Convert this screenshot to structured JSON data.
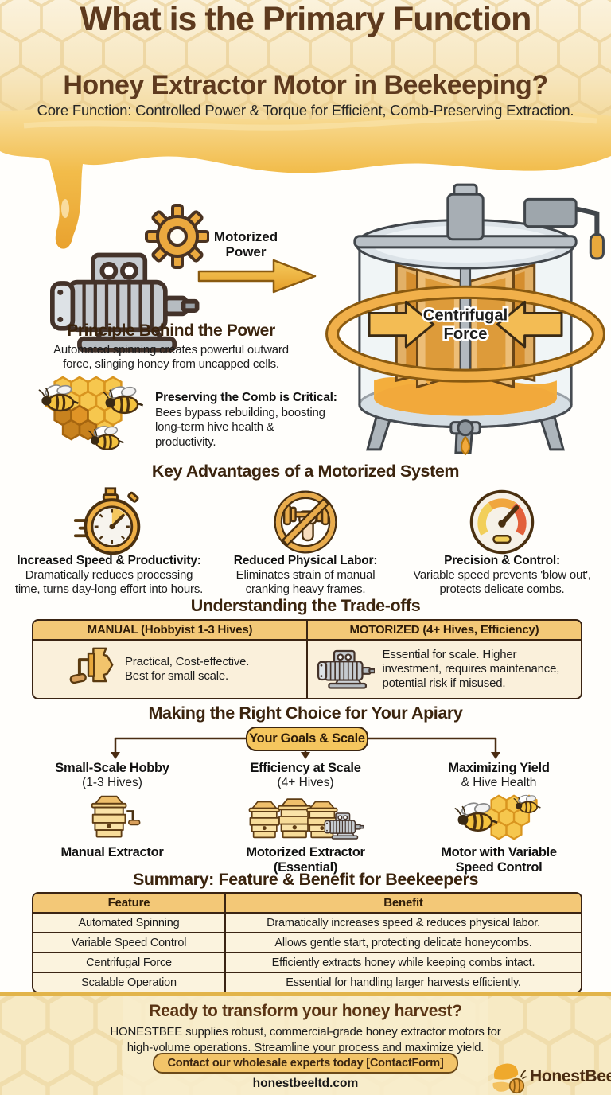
{
  "header": {
    "title_line1": "What is the Primary Function",
    "title_line2": "Honey Extractor Motor in Beekeeping?",
    "subtitle": "Core Function: Controlled Power & Torque for Efficient, Comb-Preserving Extraction."
  },
  "principle": {
    "motor_label": "Motorized Power",
    "centrifugal": {
      "line1": "Centrifugal",
      "line2": "Force"
    },
    "heading": "Principle Behind the Power",
    "body": "Automated spinning creates powerful outward force, slinging honey from uncapped cells.",
    "comb_title": "Preserving the Comb is Critical:",
    "comb_body": "Bees bypass rebuilding, boosting long-term hive health & productivity.",
    "icons": [
      "motor-gear-icon",
      "arrow-right-icon",
      "honey-extractor-icon",
      "honeycomb-bees-icon"
    ]
  },
  "advantages": {
    "heading": "Key Advantages of a Motorized System",
    "items": [
      {
        "icon": "stopwatch-icon",
        "title": "Increased Speed & Productivity:",
        "body": "Dramatically reduces processing time, turns day-long effort into hours."
      },
      {
        "icon": "no-dumbbell-icon",
        "title": "Reduced Physical Labor:",
        "body": "Eliminates strain of manual cranking heavy frames."
      },
      {
        "icon": "gauge-icon",
        "title": "Precision & Control:",
        "body": "Variable speed prevents 'blow out', protects delicate combs."
      }
    ]
  },
  "tradeoffs": {
    "heading": "Understanding the Trade-offs",
    "columns": [
      {
        "header": "MANUAL (Hobbyist 1-3 Hives)",
        "icon": "hand-crank-icon",
        "body": "Practical, Cost-effective. Best for small scale."
      },
      {
        "header": "MOTORIZED (4+ Hives, Efficiency)",
        "icon": "motor-icon",
        "body": "Essential for scale. Higher investment, requires maintenance, potential risk if misused."
      }
    ]
  },
  "choice": {
    "heading": "Making the Right Choice for Your Apiary",
    "root": "Your Goals & Scale",
    "branches": [
      {
        "title": "Small-Scale Hobby",
        "subtitle": "(1-3 Hives)",
        "icon": "beehive-crank-icon",
        "result": "Manual Extractor"
      },
      {
        "title": "Efficiency at Scale",
        "subtitle": "(4+ Hives)",
        "icon": "beehives-motor-icon",
        "result": "Motorized Extractor (Essential)"
      },
      {
        "title": "Maximizing Yield",
        "subtitle": "& Hive Health",
        "icon": "bee-honeycomb-icon",
        "result": "Motor with Variable Speed Control"
      }
    ]
  },
  "summary": {
    "heading": "Summary: Feature & Benefit for Beekeepers",
    "columns": [
      "Feature",
      "Benefit"
    ],
    "rows": [
      [
        "Automated Spinning",
        "Dramatically increases speed & reduces physical labor."
      ],
      [
        "Variable Speed Control",
        "Allows gentle start, protecting delicate honeycombs."
      ],
      [
        "Centrifugal Force",
        "Efficiently extracts honey while keeping combs intact."
      ],
      [
        "Scalable Operation",
        "Essential for handling larger harvests efficiently."
      ]
    ]
  },
  "footer": {
    "heading": "Ready to transform your honey harvest?",
    "body": "HONESTBEE supplies robust, commercial-grade honey extractor motors for high-volume operations. Streamline your process and maximize yield.",
    "button": "Contact our wholesale experts today [ContactForm]",
    "url": "honestbeeltd.com",
    "brand": "HonestBee",
    "logo_icon": "honestbee-logo-bee-icon"
  },
  "colors": {
    "accent_gold": "#EFAF3F",
    "honey": "#F0B23E",
    "deep_brown": "#5E3A1E",
    "heading_brown": "#3B240E",
    "table_header_bg": "#F3C877",
    "table_cell_bg": "#FAF0DB",
    "footer_bg": "#F8EDCC",
    "line_brown": "#4A2C12"
  }
}
